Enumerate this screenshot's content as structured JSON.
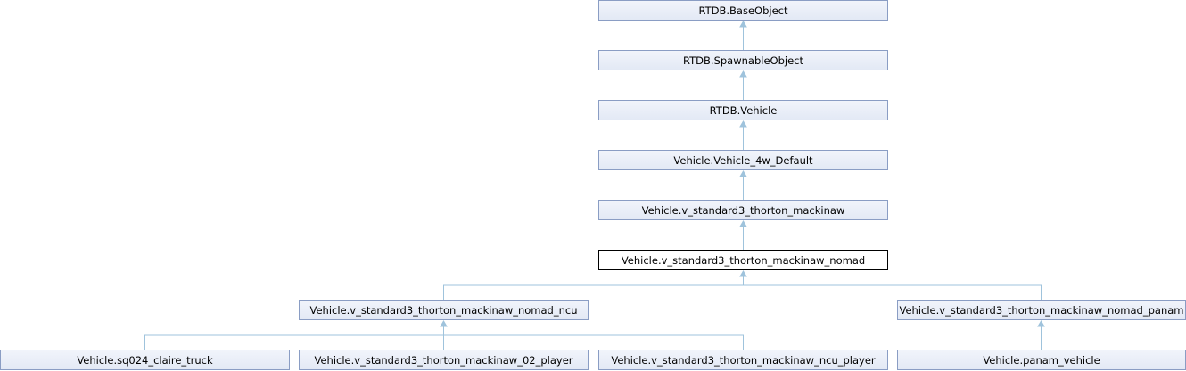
{
  "diagram": {
    "nodes": {
      "base": "RTDB.BaseObject",
      "spawnable": "RTDB.SpawnableObject",
      "vehicle": "RTDB.Vehicle",
      "vehicle_4w_default": "Vehicle.Vehicle_4w_Default",
      "mackinaw": "Vehicle.v_standard3_thorton_mackinaw",
      "nomad": "Vehicle.v_standard3_thorton_mackinaw_nomad",
      "nomad_ncu": "Vehicle.v_standard3_thorton_mackinaw_nomad_ncu",
      "nomad_panam": "Vehicle.v_standard3_thorton_mackinaw_nomad_panam",
      "claire_truck": "Vehicle.sq024_claire_truck",
      "mackinaw_02_player": "Vehicle.v_standard3_thorton_mackinaw_02_player",
      "mackinaw_ncu_player": "Vehicle.v_standard3_thorton_mackinaw_ncu_player",
      "panam_vehicle": "Vehicle.panam_vehicle"
    },
    "current": "nomad",
    "edges": [
      [
        "spawnable",
        "base"
      ],
      [
        "vehicle",
        "spawnable"
      ],
      [
        "vehicle_4w_default",
        "vehicle"
      ],
      [
        "mackinaw",
        "vehicle_4w_default"
      ],
      [
        "nomad",
        "mackinaw"
      ],
      [
        "nomad_ncu",
        "nomad"
      ],
      [
        "nomad_panam",
        "nomad"
      ],
      [
        "claire_truck",
        "nomad_ncu"
      ],
      [
        "mackinaw_02_player",
        "nomad_ncu"
      ],
      [
        "mackinaw_ncu_player",
        "nomad_ncu"
      ],
      [
        "panam_vehicle",
        "nomad_panam"
      ]
    ],
    "colors": {
      "edge": "#9fc3dc",
      "node_border": "#8a9dc4",
      "node_fill": "#e3e9f5",
      "current_border": "#000000",
      "current_fill": "#ffffff"
    }
  }
}
